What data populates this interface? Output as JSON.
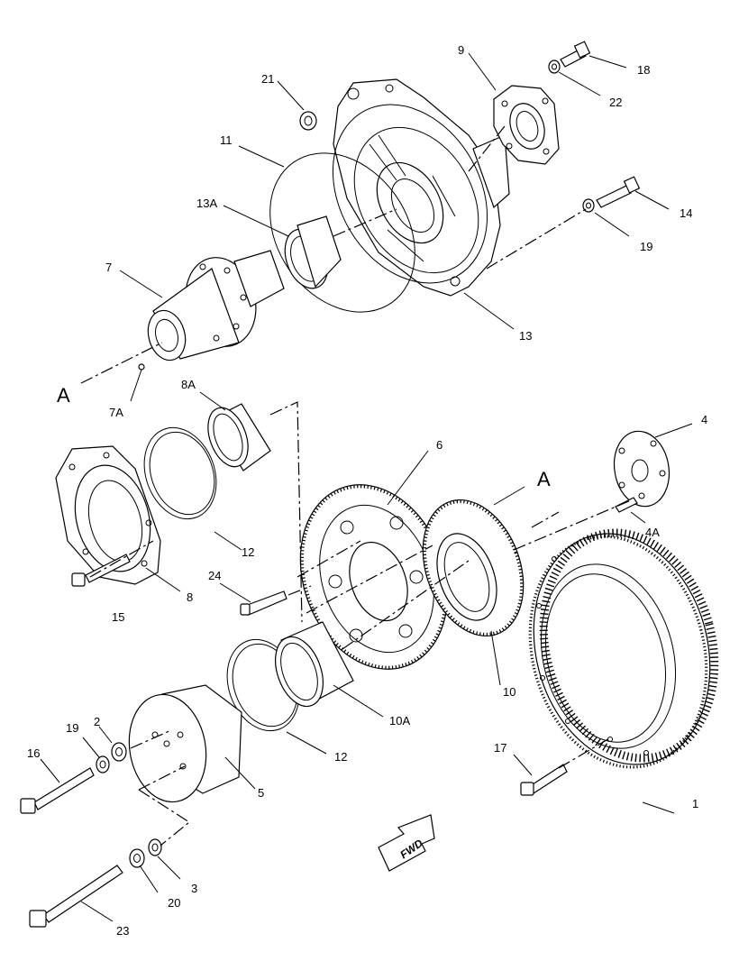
{
  "callouts": {
    "n1": "1",
    "n2": "2",
    "n3": "3",
    "n4": "4",
    "n4A": "4A",
    "n5": "5",
    "n6": "6",
    "n7": "7",
    "n7A": "7A",
    "n8": "8",
    "n8A": "8A",
    "n9": "9",
    "n10": "10",
    "n10A": "10A",
    "n11": "11",
    "n12a": "12",
    "n12b": "12",
    "n13": "13",
    "n13A": "13A",
    "n14": "14",
    "n15": "15",
    "n16": "16",
    "n17": "17",
    "n18": "18",
    "n19a": "19",
    "n19b": "19",
    "n20": "20",
    "n21": "21",
    "n22": "22",
    "n23": "23",
    "n24": "24"
  },
  "view_markers": {
    "left": "A",
    "right": "A"
  },
  "direction_arrow": {
    "label": "FWD"
  }
}
